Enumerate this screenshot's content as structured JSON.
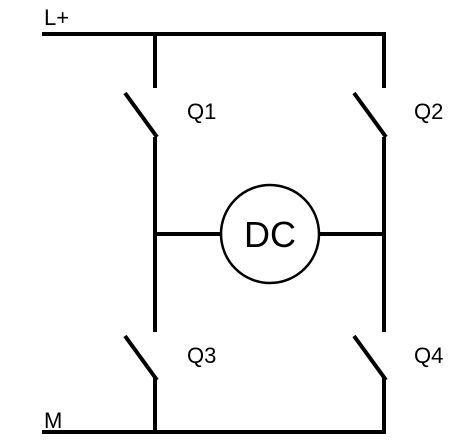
{
  "rails": {
    "top_label": "L+",
    "bottom_label": "M"
  },
  "motor": {
    "label": "DC"
  },
  "switches": {
    "q1": "Q1",
    "q2": "Q2",
    "q3": "Q3",
    "q4": "Q4"
  },
  "colors": {
    "line": "#000000",
    "background": "#ffffff"
  }
}
